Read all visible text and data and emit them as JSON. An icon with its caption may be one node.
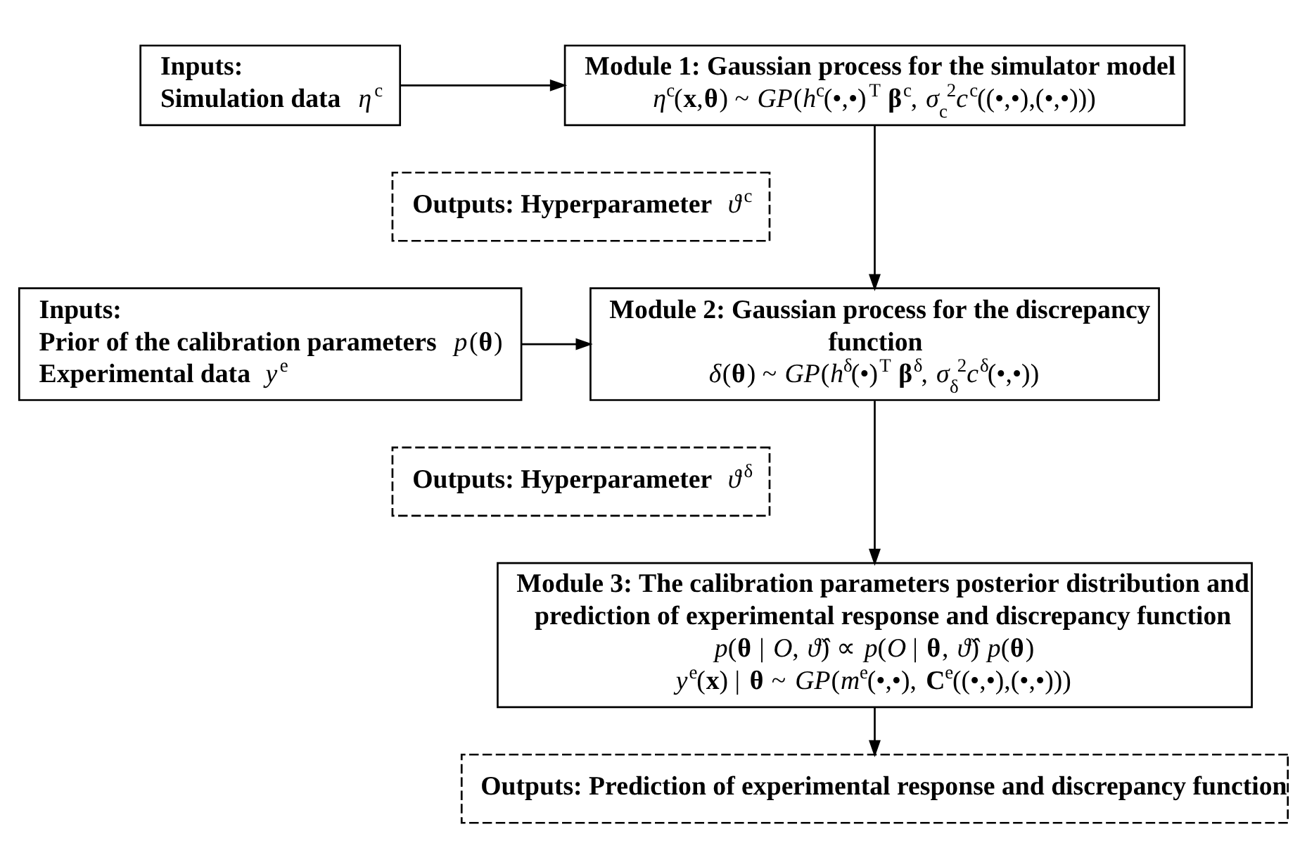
{
  "diagram": {
    "nodes": [
      {
        "text": [
          "Inputs:",
          "**Simulation data** *η*$^{c}$"
        ]
      },
      {
        "text": [
          "Module 1: Gaussian process for the simulator model",
          "*η*$^{c}$(**x**,**θ**) ~ *GP*(*h*$^{c}$(•,•)$^{T}$ **β**$^{c}$, *σ*$_{c}$$^{2}$*c*$^{c}$((•,•),(•,•)))"
        ]
      },
      {
        "text": [
          "**Outputs: Hyperparameter** *ϑ*$^{c}$"
        ]
      },
      {
        "text": [
          "Inputs:",
          "**Prior of the calibration parameters** *p*(**θ**)",
          "**Experimental data** *y*$^{e}$"
        ]
      },
      {
        "text": [
          "Module 2: Gaussian process for the discrepancy function",
          "*δ*(**θ**) ~ *GP*(*h*$^{δ}$(•)$^{T}$ **β**$^{δ}$, *σ*$_{δ}$$^{2}$*c*$^{δ}$(•,•))"
        ]
      },
      {
        "text": [
          "**Outputs: Hyperparameter** *ϑ*$^{δ}$"
        ]
      },
      {
        "text": [
          "Module 3: The calibration parameters posterior distribution and prediction of experimental response and discrepancy function",
          "*p*(**θ** | *O*, *ϑ̂*) ∝ *p*(*O* | **θ**, *ϑ̂*) *p*(**θ**)",
          "*y*$^{e}$(**x**) | **θ** ~ *GP*(*m*$^{e}$(•,•), **C**$^{e}$((•,•),(•,•)))"
        ]
      },
      {
        "text": [
          "Outputs: Prediction of experimental response and discrepancy function"
        ]
      }
    ],
    "edges": [
      {
        "from": 0,
        "to": 1,
        "arrow": "to"
      },
      {
        "from": 1,
        "to": 4,
        "arrow": "to"
      },
      {
        "from": 3,
        "to": 4,
        "arrow": "to"
      },
      {
        "from": 4,
        "to": 6,
        "arrow": "to"
      },
      {
        "from": 6,
        "to": 7,
        "arrow": "to"
      }
    ]
  }
}
